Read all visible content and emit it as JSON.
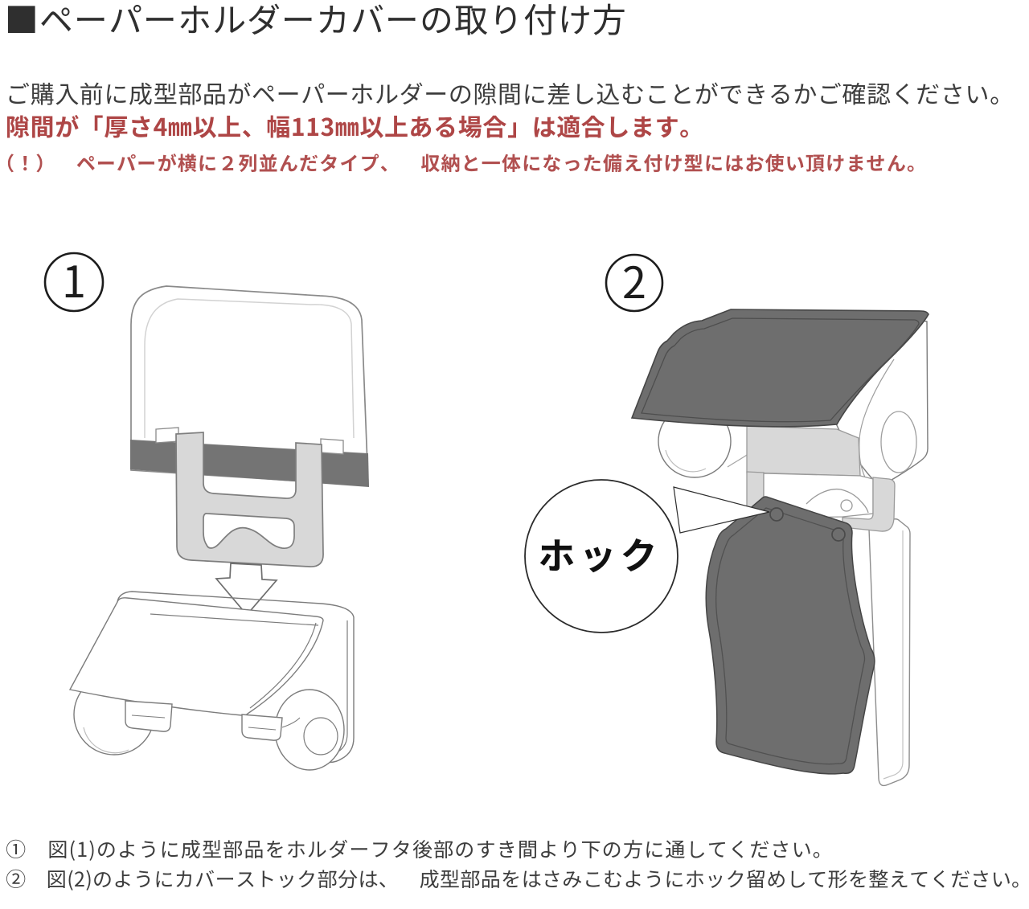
{
  "title": {
    "text": "■ペーパーホルダーカバーの取り付け方"
  },
  "intro": {
    "line1": "ご購入前に成型部品がペーパーホルダーの隙間に差し込むことができるかご確認ください。",
    "line2": "隙間が「厚さ4㎜以上、幅113㎜以上ある場合」は適合します。",
    "line3": "（！）　ペーパーが横に２列並んだタイプ、　収納と一体になった備え付け型にはお使い頂けません。"
  },
  "figures": {
    "fig1": {
      "number": "1"
    },
    "fig2": {
      "number": "2",
      "callout": "ホック"
    }
  },
  "steps": [
    {
      "text": "①　図(1)のように成型部品をホルダーフタ後部のすき間より下の方に通してください。"
    },
    {
      "text": "②　図(2)のようにカバーストック部分は、　成型部品をはさみこむようにホック留めして形を整えてください。"
    }
  ],
  "colors": {
    "text_dark": "#3d3d3d",
    "text_red_bold": "#ae4646",
    "text_red_note": "#b15050",
    "cover_gray": "#6e6e6e",
    "band_gray": "#747474",
    "part_gray": "#d8d8d8",
    "line_gray": "#7c7c7c",
    "outline_dark": "#4b4b4b"
  }
}
